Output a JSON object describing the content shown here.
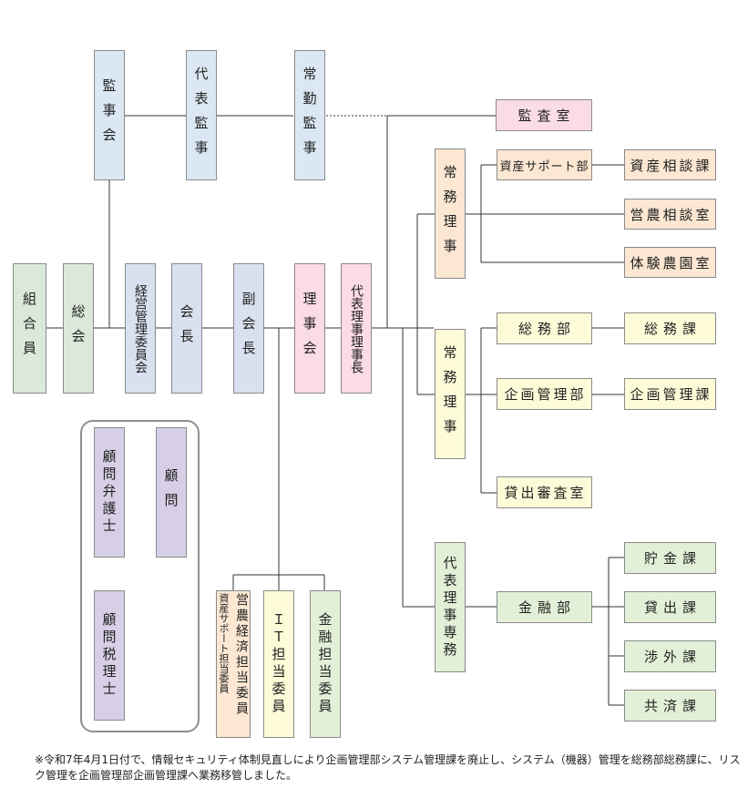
{
  "org_chart": {
    "members": "組合員",
    "general_meeting": "総会",
    "management_committee": "経営管理委員会",
    "chairman": "会長",
    "vice_chairman": "副会長",
    "board": "理事会",
    "president": "代表理事理事長",
    "audit_board": "監事会",
    "rep_auditor": "代表監事",
    "fulltime_auditor": "常勤監事",
    "audit_office": "監査室",
    "exec_director_1": "常務理事",
    "exec_director_2": "常務理事",
    "rep_managing_director": "代表理事専務",
    "asset_support_dept": "資産サポート部",
    "asset_consult_section": "資産相談課",
    "farm_consult_office": "営農相談室",
    "farm_experience_office": "体験農園室",
    "general_affairs_dept": "総務部",
    "general_affairs_section": "総務課",
    "planning_dept": "企画管理部",
    "planning_section": "企画管理課",
    "loan_review_office": "貸出審査室",
    "finance_dept": "金融部",
    "savings_section": "貯金課",
    "loan_section": "貸出課",
    "external_section": "渉外課",
    "mutual_aid_section": "共済課",
    "advisor_lawyer": "顧問弁護士",
    "advisor": "顧問",
    "advisor_tax": "顧問税理士",
    "committee_farm_col1": "営農経済担当委員",
    "committee_farm_col2": "資産サポート担当委員",
    "committee_it": "ＩＴ担当委員",
    "committee_finance": "金融担当委員"
  },
  "footnote": "※令和7年4月1日付で、情報セキュリティ体制見直しにより企画管理部システム管理課を廃止し、システム（機器）管理を総務部総務課に、リスク管理を企画管理部企画管理課へ業務移管しました。"
}
